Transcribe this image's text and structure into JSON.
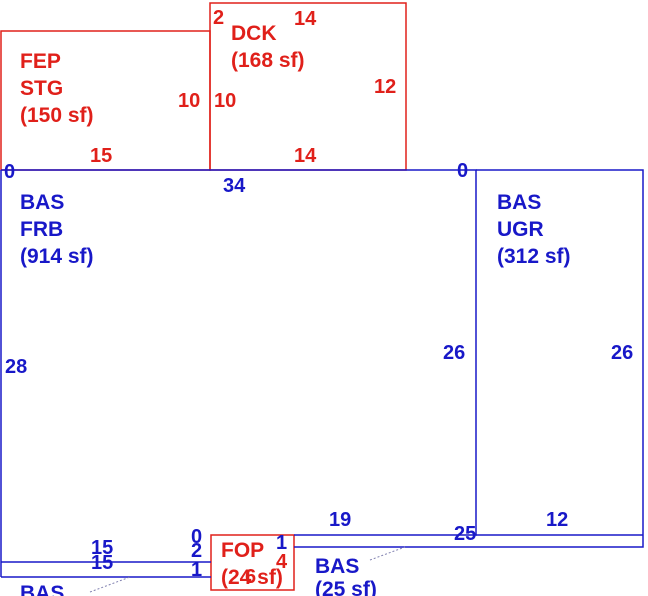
{
  "colors": {
    "red": "#e0201a",
    "blue": "#1818c8"
  },
  "areas": {
    "fep": {
      "line1": "FEP",
      "line2": "STG",
      "line3": "(150 sf)"
    },
    "dck": {
      "line1": "DCK",
      "line2": "(168 sf)"
    },
    "bas_frb": {
      "line1": "BAS",
      "line2": "FRB",
      "line3": "(914 sf)"
    },
    "bas_ugr": {
      "line1": "BAS",
      "line2": "UGR",
      "line3": "(312 sf)"
    },
    "fop": {
      "line1": "FOP",
      "line2": "(24 sf)"
    },
    "bas_small": {
      "line1": "BAS",
      "line2": "(25 sf)"
    },
    "bas_bottom": {
      "line1": "BAS"
    }
  },
  "dimensions": {
    "fep_left_zero": "0",
    "fep_bottom": "15",
    "fep_right": "10",
    "dck_corner": "2",
    "dck_top": "14",
    "dck_left": "10",
    "dck_right": "12",
    "dck_bottom": "14",
    "frb_top": "34",
    "frb_right_zero": "0",
    "frb_left": "28",
    "frb_right": "26",
    "ugr_right": "26",
    "ugr_bottom": "12",
    "frb_bottom": "19",
    "frb_bottom_right": "25",
    "bottom_left_top": "15",
    "bottom_left_bottom": "15",
    "fop_left_zero": "0",
    "fop_left_2": "2",
    "fop_left_1": "1",
    "fop_right_1": "1",
    "fop_right_4": "4",
    "fop_center_6": "6"
  }
}
